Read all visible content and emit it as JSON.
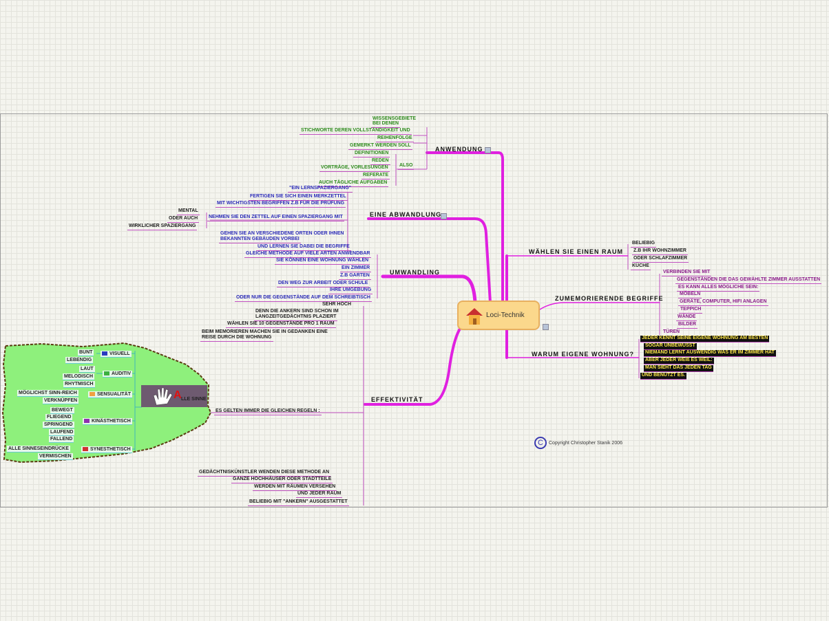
{
  "center": {
    "title": "Loci-Technik"
  },
  "copyright": "Copyright  Christopher Stanik 2006",
  "branches": {
    "anwendung": {
      "title": "ANWENDUNG",
      "items": [
        "WISSENSGEBIETE",
        "BEI DENEN",
        "STICHWORTE DEREN VOLLSTÄNDIGKEIT UND",
        "REIHENFOLGE",
        "GEMERKT WERDEN SOLL",
        "DEFINITIONEN",
        "REDEN",
        "VORTRÄGE, VORLESUNGEN",
        "REFERATE",
        "AUCH TÄGLICHE AUFGABEN",
        "ALSO"
      ]
    },
    "abwandlung": {
      "title": "EINE ABWANDLUNG",
      "items": [
        "\"EIN LERNSPAZIERGANG\"",
        "FERTIGEN SIE SICH EINEN MERKZETTEL",
        "MIT WICHTIGSTEN BEGRIFFEN Z.B FÜR DIE PRÜFUNG",
        "NEHMEN SIE DEN ZETTEL AUF EINEN SPAZIERGANG MIT",
        "MENTAL",
        "ODER AUCH",
        "WIRKLICHER SPAZIERGANG",
        "GEHEN SIE AN VERSCHIEDENE ORTEN ODER IHNEN",
        "BEKANNTEN GEBÄUDEN  VORBEI",
        "UND LERNEN SIE DABEI DIE BEGRIFFE"
      ]
    },
    "umwandlung": {
      "title": "UMWANDLING",
      "items": [
        "GLEICHE METHODE AUF VIELE ARTEN ANWENDBAR",
        "SIE KÖNNEN EINE WOHNUNG WÄHLEN",
        "EIN ZIMMER",
        "Z.B GARTEN",
        "DEN WEG ZUR ARBEIT ODER SCHULE",
        "IHRE UMGEBUNG",
        "ODER NUR DIE GEGENSTÄNDE AUF DEM SCHREIBTISCH"
      ]
    },
    "effektivitaet": {
      "title": "EFFEKTIVITÄT",
      "items": [
        "SEHR HOCH",
        "DENN DIE ANKERN SIND SCHON IM",
        "LANGZEITGEDÄCHTNIS PLAZIERT",
        "WÄHLEN SIE 10 GEGENSTÄNDE PRO 1 RAUM",
        "BEIM MEMORIEREN MACHEN SIE IN GEDANKEN EINE",
        "REISE DURCH DIE WOHNUNG",
        "ES GELTEN IMMER DIE GLEICHEN REGELN :",
        "GEDÄCHTNISKÜNSTLER WENDEN DIESE METHODE AN",
        "GANZE HOCHHÄUSER ODER STADTTEILE",
        "WERDEN MIT RÄUMEN VERSEHEN",
        "UND JEDER RAUM",
        "BELIEBIG MIT \"ANKERN\" AUSGESTATTET"
      ]
    },
    "raum": {
      "title": "WÄHLEN SIE EINEN RAUM",
      "items": [
        "BELIEBIG",
        "Z.B IHR WOHNZIMMER",
        "ODER SCHLAFZIMMER",
        "KÜCHE"
      ]
    },
    "begriffe": {
      "title": "ZUMEMORIERENDE BEGRIFFE",
      "items": [
        "VERBINDEN SIE MIT",
        "GEGENSTÄNDEN DIE DAS GEWÄHLTE ZIMMER AUSSTATTEN",
        "ES KANN ALLES MÖGLICHE SEIN:",
        "MÖBELN",
        "GERÄTE, COMPUTER, HIFI ANLAGEN",
        "TEPPICH",
        "WÄNDE",
        "BILDER",
        "TÜREN"
      ]
    },
    "warum": {
      "title": "WARUM EIGENE WOHNUNG?",
      "items": [
        "JEDER KENNT SEINE EIGENE WOHNUNG AM BESTEN",
        "SOGAR UNBEWUSST",
        "NIEMAND LERNT AUSWENDIG WAS ER IM ZIMMER HAT",
        "ABER JEDER WEIß ES WEIL:",
        "MAN SIEHT DAS JEDEN TAG",
        "UND BENUTZT ES."
      ]
    }
  },
  "sinne": {
    "title_initial": "A",
    "title_rest": "LLE SINNE",
    "groups": [
      {
        "name": "VISUELL",
        "flag": "#2a3ac0",
        "items": [
          "BUNT",
          "LEBENDIG"
        ]
      },
      {
        "name": "AUDITIV",
        "flag": "#3cb040",
        "items": [
          "LAUT",
          "MELODISCH",
          "RHYTMISCH"
        ]
      },
      {
        "name": "SENSUALITÄT",
        "flag": "#f0a040",
        "items": [
          "MÖGLICHST SINN-REICH",
          "VERKNÜPFEN"
        ]
      },
      {
        "name": "KINÄSTHETISCH",
        "flag": "#9030b0",
        "items": [
          "BEWEGT",
          "FLIEGEND",
          "SPRINGEND",
          "LAUFEND",
          "FALLEND"
        ]
      },
      {
        "name": "SYNESTHETISCH",
        "flag": "#d03030",
        "items": [
          "ALLE SINNESEINDRÜCKE",
          "VERMISCHEN"
        ]
      }
    ]
  },
  "colors": {
    "branch": "#e020e0",
    "sub": "#c050c0",
    "blob": "#8ef07c"
  }
}
